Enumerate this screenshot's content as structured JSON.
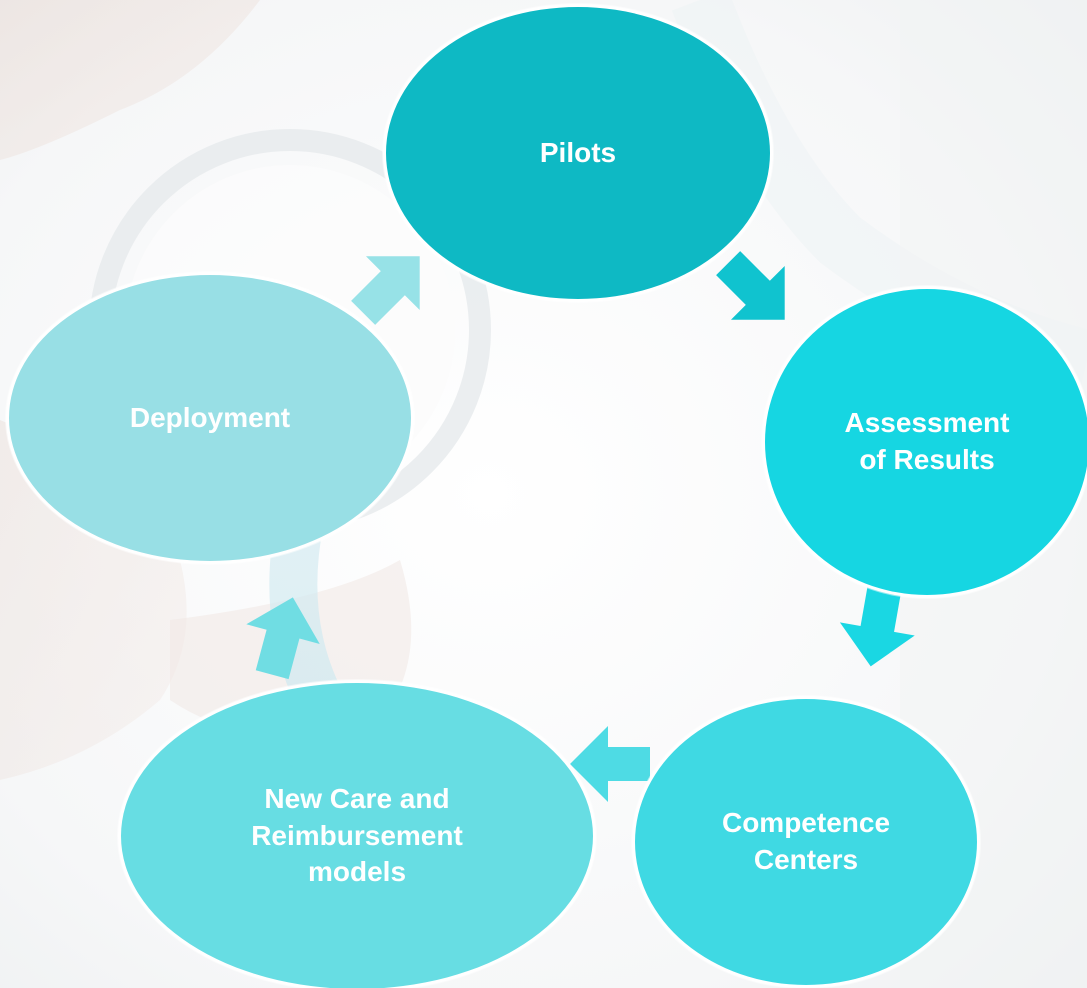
{
  "diagram": {
    "type": "cycle",
    "nodes": [
      {
        "id": "pilots",
        "label": "Pilots",
        "color": "#0eb9c4"
      },
      {
        "id": "assessment",
        "label": "Assessment\nof Results",
        "color": "#16d6e2"
      },
      {
        "id": "competence",
        "label": "Competence\nCenters",
        "color": "#3fd9e3"
      },
      {
        "id": "new-care",
        "label": "New Care and\nReimbursement\nmodels",
        "color": "#67dde3"
      },
      {
        "id": "deployment",
        "label": "Deployment",
        "color": "#98dfe5"
      }
    ],
    "arrow_colors": {
      "pilots_to_assessment": "#10c3cf",
      "assessment_to_competence": "#1ad7e3",
      "competence_to_new_care": "#4edbe4",
      "new_care_to_deployment": "#70dde3",
      "deployment_to_pilots": "#97e2e7"
    }
  }
}
